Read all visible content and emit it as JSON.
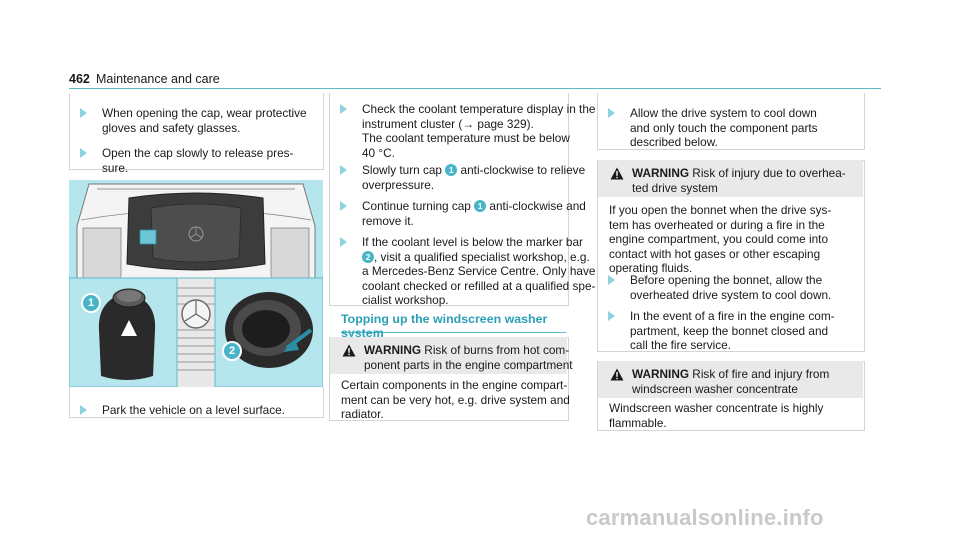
{
  "header": {
    "page_number": "462",
    "section": "Maintenance and care"
  },
  "col1": {
    "steps": [
      [
        "When opening the cap, wear protective",
        "gloves and safety glasses."
      ],
      [
        "Open the cap slowly to release pres-",
        "sure."
      ]
    ],
    "figure_callouts": [
      "1",
      "2"
    ],
    "step_after": "Park the vehicle on a level surface."
  },
  "col2": {
    "step1": [
      "Check the coolant temperature display in the",
      "instrument cluster (→ page 329).",
      "The coolant temperature must be below",
      "40 °C."
    ],
    "step2": {
      "pre": "Slowly turn cap ",
      "num": "1",
      "post": " anti-clockwise to relieve",
      "line2": "overpressure."
    },
    "step3": {
      "pre": "Continue turning cap ",
      "num": "1",
      "post": " anti-clockwise and",
      "line2": "remove it."
    },
    "step4": {
      "line1": "If the coolant level is below the marker bar",
      "num": "2",
      "line2": ", visit a qualified specialist workshop, e.g.",
      "line3": "a Mercedes-Benz Service Centre. Only have",
      "line4": "coolant checked or refilled at a qualified spe-",
      "line5": "cialist workshop."
    },
    "heading": "Topping up the windscreen washer system",
    "warning": {
      "label": "WARNING",
      "text": [
        " Risk of burns from hot com-",
        "ponent parts in the engine compartment"
      ],
      "body": [
        "Certain components in the engine compart-",
        "ment can be very hot, e.g. drive system and",
        "radiator."
      ]
    }
  },
  "col3": {
    "step1": [
      "Allow the drive system to cool down",
      "and only touch the component parts",
      "described below."
    ],
    "warning1": {
      "label": "WARNING",
      "text": [
        " Risk of injury due to overhea-",
        "ted drive system"
      ],
      "body": [
        "If you open the bonnet when the drive sys-",
        "tem has overheated or during a fire in the",
        "engine compartment, you could come into",
        "contact with hot gases or other escaping",
        "operating fluids."
      ],
      "steps": [
        [
          "Before opening the bonnet, allow the",
          "overheated drive system to cool down."
        ],
        [
          "In the event of a fire in the engine com-",
          "partment, keep the bonnet closed and",
          "call the fire service."
        ]
      ]
    },
    "warning2": {
      "label": "WARNING",
      "text": [
        " Risk of fire and injury from",
        "windscreen washer concentrate"
      ],
      "body": [
        "Windscreen washer concentrate is highly",
        "flammable."
      ]
    }
  },
  "watermark": "carmanualsonline.info",
  "colors": {
    "accent": "#2aa0b7",
    "bullet": "#8fd2df",
    "badge": "#48b4c8",
    "warning_bg": "#e9e9e9"
  }
}
